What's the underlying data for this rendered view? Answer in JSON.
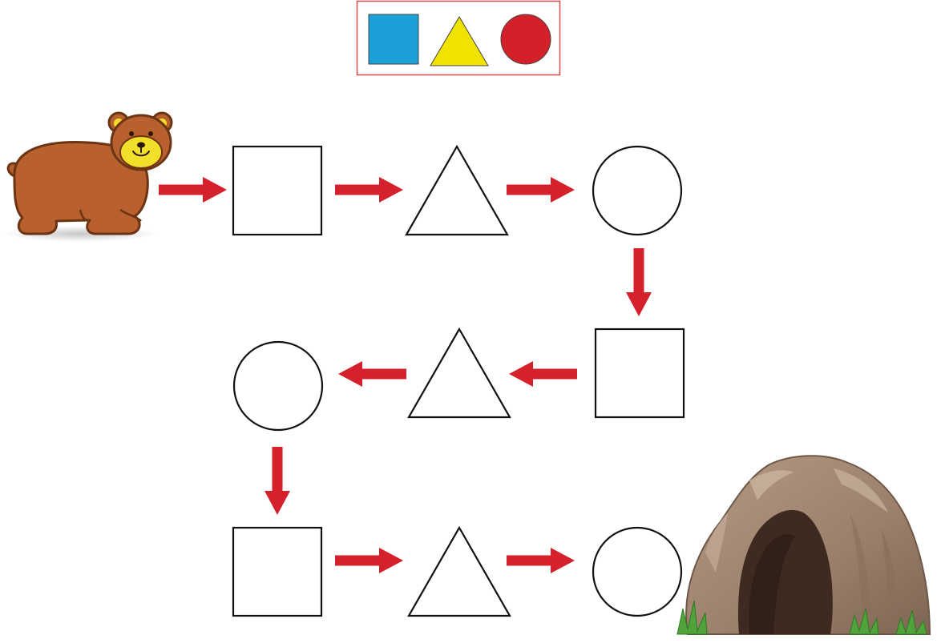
{
  "legend": {
    "border_color": "#d94a4a",
    "items": [
      {
        "shape": "square",
        "color": "#1d9fd8"
      },
      {
        "shape": "triangle",
        "color": "#f2e200"
      },
      {
        "shape": "circle",
        "color": "#d42028"
      }
    ]
  },
  "path": {
    "start": "bear",
    "end": "cave",
    "arrow_color": "#d4212b",
    "outline_color": "#111111",
    "sequence": [
      "square",
      "triangle",
      "circle",
      "square",
      "triangle",
      "circle",
      "square",
      "triangle",
      "circle"
    ]
  },
  "icons": {
    "start": "bear-icon",
    "end": "cave-icon",
    "arrow": "arrow-icon"
  }
}
